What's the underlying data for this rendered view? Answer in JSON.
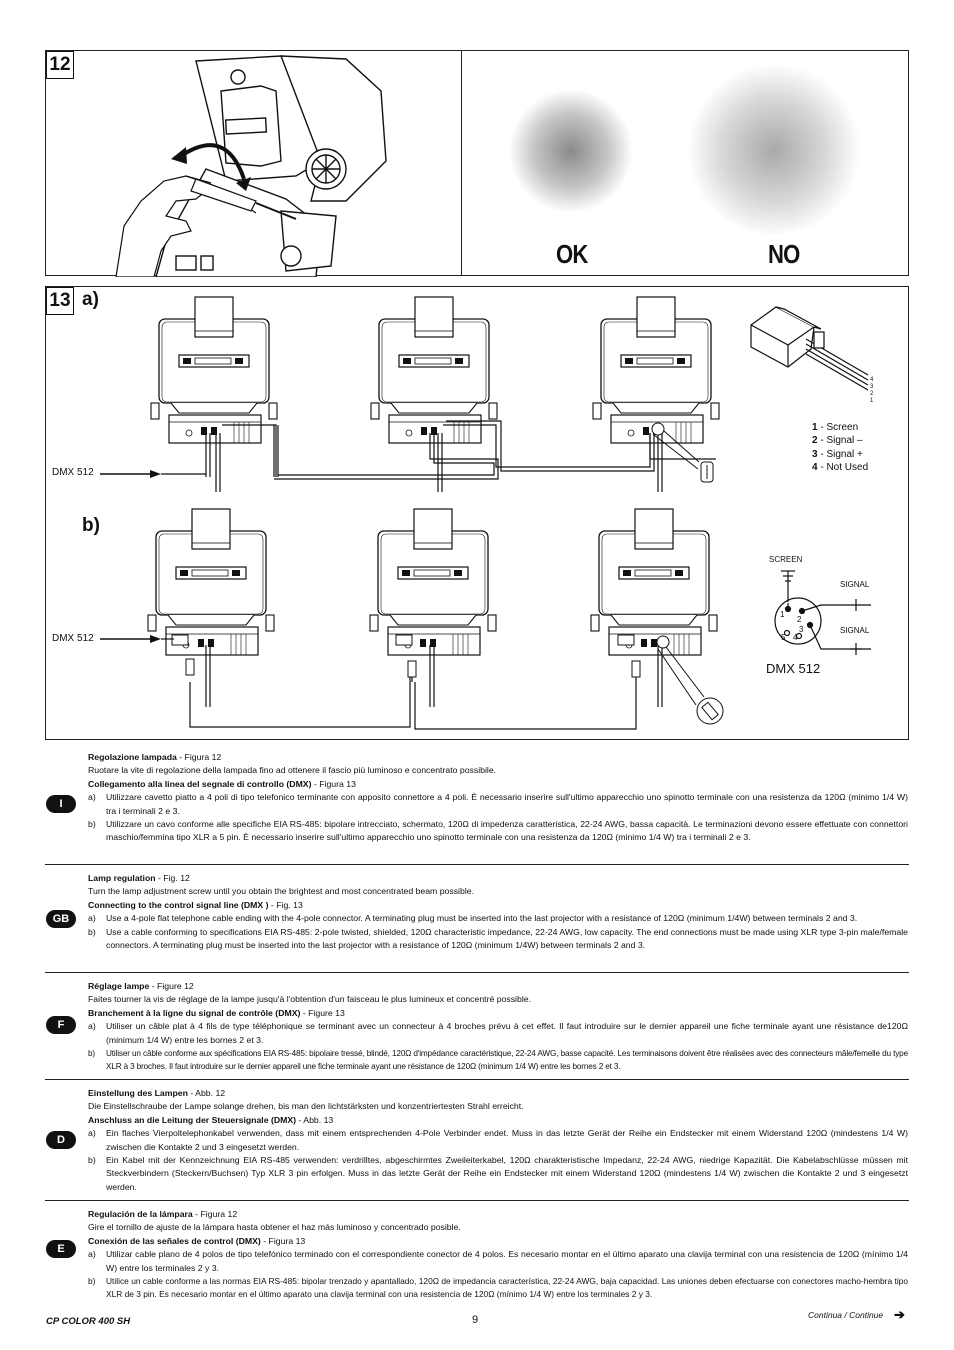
{
  "fig12": {
    "number": "12",
    "ok_label": "OK",
    "no_label": "NO"
  },
  "fig13": {
    "number": "13",
    "label_a": "a)",
    "label_b": "b)",
    "dmx_label_a": "DMX 512",
    "dmx_label_b": "DMX 512",
    "pin_numbers": [
      "4",
      "3",
      "2",
      "1"
    ],
    "legend": [
      {
        "num": "1",
        "text": " - Screen"
      },
      {
        "num": "2",
        "text": " - Signal –"
      },
      {
        "num": "3",
        "text": " - Signal +"
      },
      {
        "num": "4",
        "text": " - Not Used"
      }
    ],
    "xlr": {
      "screen": "SCREEN",
      "signal_minus": "SIGNAL",
      "signal_plus": "SIGNAL",
      "pins": [
        "1",
        "2",
        "3",
        "4",
        "5"
      ],
      "caption": "DMX 512"
    }
  },
  "languages": [
    {
      "badge": "I",
      "title1": "Regolazione lampada",
      "ref1": " - Figura 12",
      "text1": "Ruotare la vite di regolazione della lampada fino ad ottenere il fascio più luminoso e concentrato possibile.",
      "title2": "Collegamento alla linea del segnale di controllo (DMX)",
      "ref2": " - Figura 13",
      "item_a": "Utilizzare cavetto piatto a 4 poli di tipo telefonico terminante con apposito connettore a 4 poli. È necessario inserire sull'ultimo apparecchio uno spinotto terminale con una resistenza da 120Ω (minimo 1/4 W) tra i terminali 2 e 3.",
      "item_b": "Utilizzare un cavo conforme alle specifiche EIA RS-485: bipolare intrecciato, schermato, 120Ω di impedenza caratteristica, 22-24 AWG, bassa capacità. Le terminazioni devono essere effettuate con connettori maschio/femmina tipo XLR a 5 pin. È necessario inserire sull'ultimo apparecchio uno spinotto terminale con una resistenza da 120Ω (minimo 1/4 W) tra i terminali 2 e 3."
    },
    {
      "badge": "GB",
      "title1": "Lamp regulation",
      "ref1": " - Fig. 12",
      "text1": "Turn the lamp adjustment screw until you obtain the brightest and most concentrated beam possible.",
      "title2": "Connecting to the control signal line (DMX )",
      "ref2": " - Fig. 13",
      "item_a": "Use a 4-pole flat telephone cable ending with the 4-pole connector. A terminating plug must be inserted into the last projector with a resistance of 120Ω (minimum 1/4W) between terminals 2 and 3.",
      "item_b": "Use a cable conforming to specifications EIA RS-485: 2-pole twisted, shielded, 120Ω characteristic impedance, 22-24 AWG, low capacity. The end connections must be made using XLR type 3-pin male/female connectors. A terminating plug must be inserted into the last projector with a resistance of 120Ω (minimum 1/4W) between terminals 2 and 3."
    },
    {
      "badge": "F",
      "title1": "Réglage lampe",
      "ref1": " - Figure 12",
      "text1": "Faites tourner la vis de réglage de la lampe jusqu'à l'obtention d'un faisceau le plus lumineux et concentré possible.",
      "title2": "Branchement à la ligne du signal de contrôle (DMX)",
      "ref2": " - Figure 13",
      "item_a": "Utiliser un câble plat à 4 fils de type téléphonique se terminant avec un connecteur à 4 broches prévu à cet effet. Il faut introduire sur le dernier appareil une fiche terminale ayant une résistance de120Ω  (minimum 1/4 W) entre les bornes 2 et 3.",
      "item_b": "Utiliser un câble conforme aux spécifications EIA RS-485: bipolaire tressé, blindé, 120Ω d'impédance caractéristique, 22-24 AWG, basse capacité. Les terminaisons doivent être réalisées avec des connecteurs mâle/femelle du type XLR à 3 broches. Il faut introduire sur le dernier appareil une fiche terminale ayant une résistance de 120Ω (minimum 1/4 W) entre les bornes 2 et 3."
    },
    {
      "badge": "D",
      "title1": "Einstellung des Lampen",
      "ref1": " - Abb. 12",
      "text1": "Die Einstellschraube der Lampe solange drehen, bis man den lichtstärksten und konzentriertesten Strahl erreicht.",
      "title2": "Anschluss an die Leitung der Steuersignale (DMX)",
      "ref2": " - Abb. 13",
      "item_a": "Ein flaches Vierpoltelephonkabel verwenden, dass mit einem entsprechenden 4-Pole Verbinder endet. Muss in das letzte Gerät der Reihe ein Endstecker mit einem Widerstand 120Ω (mindestens 1/4 W) zwischen die Kontakte 2 und 3 eingesetzt werden.",
      "item_b": "Ein Kabel mit der Kennzeichnung EIA RS-485 verwenden: verdrilltes, abgeschirmtes Zweileiterkabel, 120Ω charakteristische Impedanz, 22-24 AWG, niedrige Kapazität. Die Kabelabschlüsse müssen mit Steckverbindern (Steckern/Buchsen) Typ XLR 3 pin erfolgen. Muss in das letzte Gerät der Reihe ein Endstecker mit einem Widerstand 120Ω (mindestens 1/4 W) zwischen die Kontakte 2 und 3 eingesetzt werden."
    },
    {
      "badge": "E",
      "title1": "Regulación de la lámpara",
      "ref1": " - Figura 12",
      "text1": "Gire el tornillo de ajuste de la lámpara hasta obtener el haz más luminoso y concentrado posible.",
      "title2": "Conexión de las señales de control (DMX)",
      "ref2": " - Figura 13",
      "item_a": "Utilizar cable plano de 4 polos de tipo telefónico terminado con el correspondiente conector de 4 polos. Es necesario montar en el último aparato una clavija terminal con una resistencia de 120Ω (mínimo 1/4 W) entre los terminales 2 y 3.",
      "item_b": "Utilice un cable conforme a las normas EIA RS-485: bipolar trenzado y apantallado, 120Ω de impedancia característica, 22-24 AWG, baja capacidad. Las uniones deben efectuarse con conectores macho-hembra tipo XLR de 3 pin. Es necesario montar en el último aparato una clavija terminal con una resistencia de 120Ω (mínimo 1/4 W) entre los terminales 2 y 3."
    }
  ],
  "footer": {
    "model": "CP COLOR 400 SH",
    "page": "9",
    "continue": "Continua / Continue",
    "arrow": "➔"
  }
}
